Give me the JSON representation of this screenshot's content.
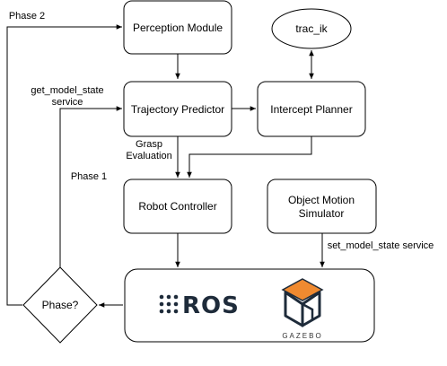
{
  "nodes": {
    "perception": "Perception Module",
    "trac_ik": "trac_ik",
    "trajectory": "Trajectory Predictor",
    "intercept": "Intercept Planner",
    "robot": "Robot Controller",
    "object_sim_line1": "Object Motion",
    "object_sim_line2": "Simulator",
    "phase_decision": "Phase?"
  },
  "edge_labels": {
    "phase2": "Phase 2",
    "phase1": "Phase 1",
    "get_model_line1": "get_model_state",
    "get_model_line2": "service",
    "grasp_line1": "Grasp",
    "grasp_line2": "Evaluation",
    "set_model": "set_model_state service"
  },
  "logos": {
    "ros": "ROS",
    "gazebo": "GAZEBO"
  },
  "colors": {
    "gazebo_orange": "#f08a30",
    "ros_dark": "#1e2b3a"
  }
}
